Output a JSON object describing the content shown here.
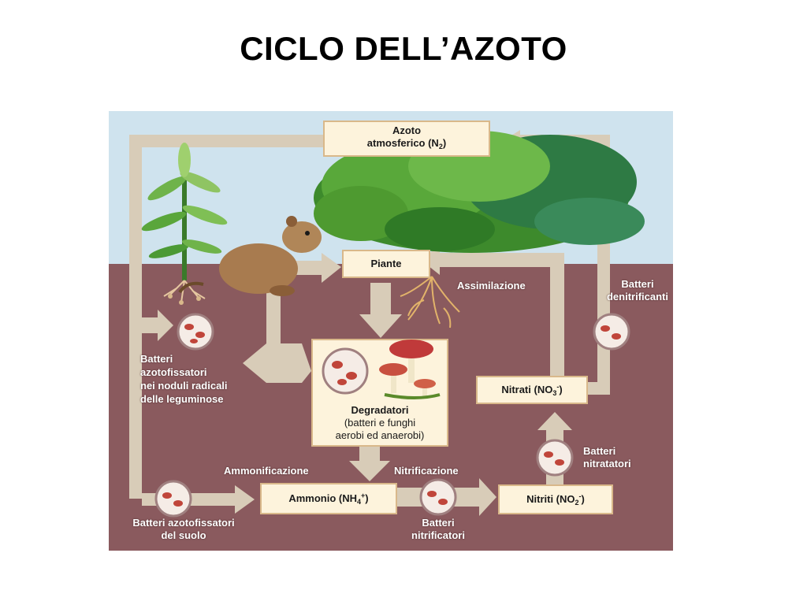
{
  "title": "CICLO DELL’AZOTO",
  "boxes": {
    "azoto_line1": "Azoto",
    "azoto_line2": "atmosferico (N",
    "azoto_sub": "2",
    "azoto_end": ")",
    "piante": "Piante",
    "degradatori_title": "Degradatori",
    "degradatori_line2": "(batteri e funghi",
    "degradatori_line3": "aerobi ed anaerobi)",
    "nitrati": "Nitrati (NO",
    "nitrati_sub": "3",
    "nitrati_sup": "-",
    "nitrati_end": ")",
    "ammonio": "Ammonio (NH",
    "ammonio_sub": "4",
    "ammonio_sup": "+",
    "ammonio_end": ")",
    "nitriti": "Nitriti (NO",
    "nitriti_sub": "2",
    "nitriti_sup": "-",
    "nitriti_end": ")"
  },
  "labels": {
    "assimilazione": "Assimilazione",
    "batteri_denitrificanti_1": "Batteri",
    "batteri_denitrificanti_2": "denitrificanti",
    "batteri_azotofissatori_noduli": [
      "Batteri",
      "azotofissatori",
      "nei noduli radicali",
      "delle leguminose"
    ],
    "ammonificazione": "Ammonificazione",
    "nitrificazione": "Nitrificazione",
    "batteri_nitratatori_1": "Batteri",
    "batteri_nitratatori_2": "nitratatori",
    "batteri_suolo_1": "Batteri azotofissatori",
    "batteri_suolo_2": "del suolo",
    "batteri_nitrificatori_1": "Batteri",
    "batteri_nitrificatori_2": "nitrificatori"
  },
  "colors": {
    "sky": "#cfe3ee",
    "soil": "#8a5a5e",
    "arrow": "#d8ccb8",
    "box_fill": "#fdf3dc",
    "bacteria_red": "#c0453a"
  }
}
